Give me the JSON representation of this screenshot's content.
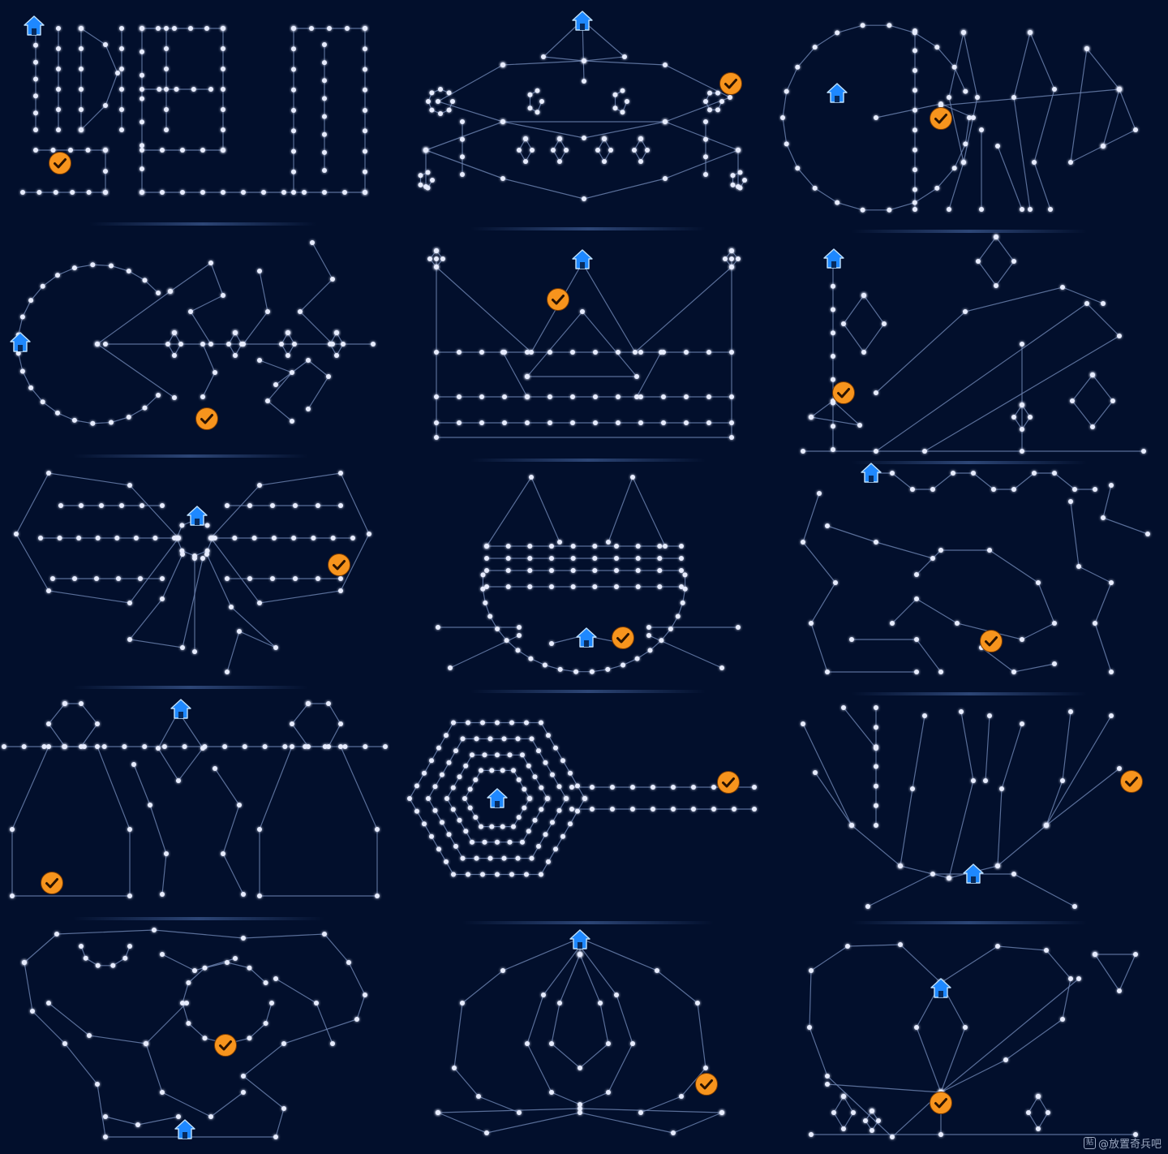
{
  "colors": {
    "background": "#020f2c",
    "line": "#6f86b4",
    "node": "#e7ecff",
    "start_marker": "#1e88ff",
    "done_marker": "#f7941d"
  },
  "icons": {
    "start": "house-icon",
    "done": "checkmark-circle-icon"
  },
  "panels": [
    {
      "id": "letters",
      "status": "completed"
    },
    {
      "id": "fish",
      "status": "completed"
    },
    {
      "id": "sun-and-fish",
      "status": "completed"
    },
    {
      "id": "pacman",
      "status": "completed"
    },
    {
      "id": "crown",
      "status": "completed"
    },
    {
      "id": "wand-and-star",
      "status": "completed"
    },
    {
      "id": "bow",
      "status": "completed"
    },
    {
      "id": "cat-face",
      "status": "completed"
    },
    {
      "id": "cloud-maze",
      "status": "completed"
    },
    {
      "id": "dresses",
      "status": "completed"
    },
    {
      "id": "hexagon-key",
      "status": "completed"
    },
    {
      "id": "tree",
      "status": "completed"
    },
    {
      "id": "clouds",
      "status": "completed"
    },
    {
      "id": "onion-dome",
      "status": "completed"
    },
    {
      "id": "heart-arrow",
      "status": "completed"
    }
  ],
  "watermark": {
    "logo": "贴",
    "text": "@放置奇兵吧"
  }
}
